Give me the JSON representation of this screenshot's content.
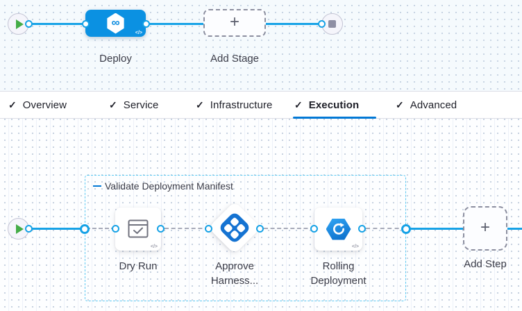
{
  "glyphs": {
    "check": "✓",
    "plus": "+",
    "code": "</>",
    "infinity": "∞"
  },
  "colors": {
    "connector_line": "#16a2e6",
    "stage_blue": "#0b91e2",
    "tab_underline": "#0278d5",
    "group_border": "#5ac8f2",
    "approve_blue": "#1573d2",
    "play_green": "#44ac47"
  },
  "stage_pipeline": {
    "deploy_label": "Deploy",
    "add_stage_label": "Add Stage"
  },
  "tabs": [
    {
      "label": "Overview",
      "checked": true,
      "active": false
    },
    {
      "label": "Service",
      "checked": true,
      "active": false
    },
    {
      "label": "Infrastructure",
      "checked": true,
      "active": false
    },
    {
      "label": "Execution",
      "checked": true,
      "active": true
    },
    {
      "label": "Advanced",
      "checked": true,
      "active": false
    }
  ],
  "execution": {
    "group_label": "Validate Deployment Manifest",
    "steps": [
      {
        "label": "Dry Run"
      },
      {
        "label": "Approve Harness..."
      },
      {
        "label": "Rolling Deployment"
      }
    ],
    "add_step_label": "Add Step"
  }
}
